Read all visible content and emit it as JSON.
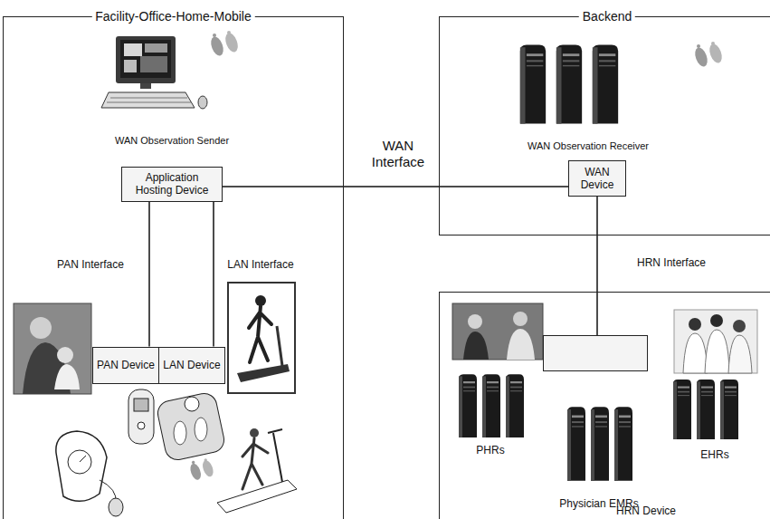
{
  "diagram": {
    "nodes": [
      {
        "text": [
          "Facility-Office-Home-Mobile"
        ]
      },
      {
        "text": [
          "Application Hosting Device"
        ],
        "in": 0
      },
      {
        "text": [
          "PAN Device"
        ],
        "in": 0
      },
      {
        "text": [
          "LAN Device"
        ],
        "in": 0
      },
      {
        "text": [
          "Backend"
        ]
      },
      {
        "text": [
          "WAN Device"
        ],
        "in": 4
      },
      {
        "text": [
          "PHRs",
          "Physician EMRs",
          "EHRs"
        ]
      },
      {
        "text": [
          "HRN Device"
        ],
        "in": 6
      }
    ],
    "edges": [
      {
        "from": 1,
        "to": 5,
        "label": "WAN Interface",
        "arrow": "none"
      },
      {
        "from": 1,
        "to": 2,
        "label": "PAN Interface",
        "arrow": "none"
      },
      {
        "from": 1,
        "to": 3,
        "label": "LAN Interface",
        "arrow": "none"
      },
      {
        "from": 5,
        "to": 7,
        "label": "HRN Interface",
        "arrow": "none"
      }
    ],
    "labels": [
      "WAN Observation Sender",
      "WAN Observation Receiver"
    ]
  }
}
